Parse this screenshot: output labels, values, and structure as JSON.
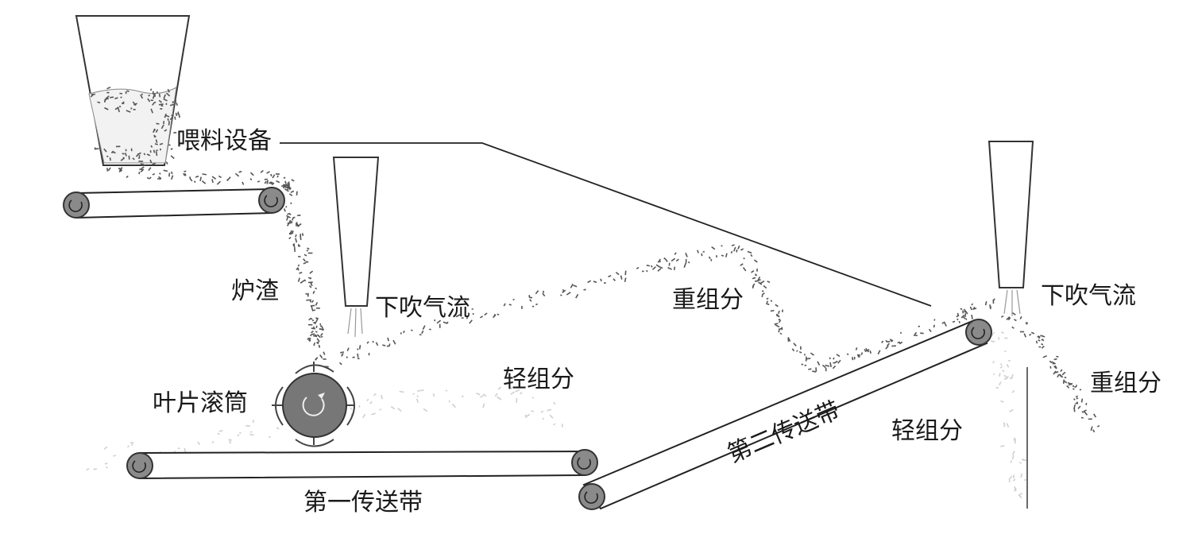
{
  "diagram": {
    "labels": {
      "feeder": "喂料设备",
      "slag": "炉渣",
      "downdraft_1": "下吹气流",
      "downdraft_2": "下吹气流",
      "heavy_1": "重组分",
      "heavy_2": "重组分",
      "light_1": "轻组分",
      "light_2": "轻组分",
      "drum": "叶片滚筒",
      "belt_1": "第一传送带",
      "belt_2": "第二传送带"
    },
    "colors": {
      "roller": "#8a8a8a",
      "drum": "#777777",
      "outline": "#222222",
      "particles": "#555555"
    },
    "icons": {
      "roller": "rotation-arrow-icon",
      "drum": "rotation-arrow-icon"
    }
  }
}
